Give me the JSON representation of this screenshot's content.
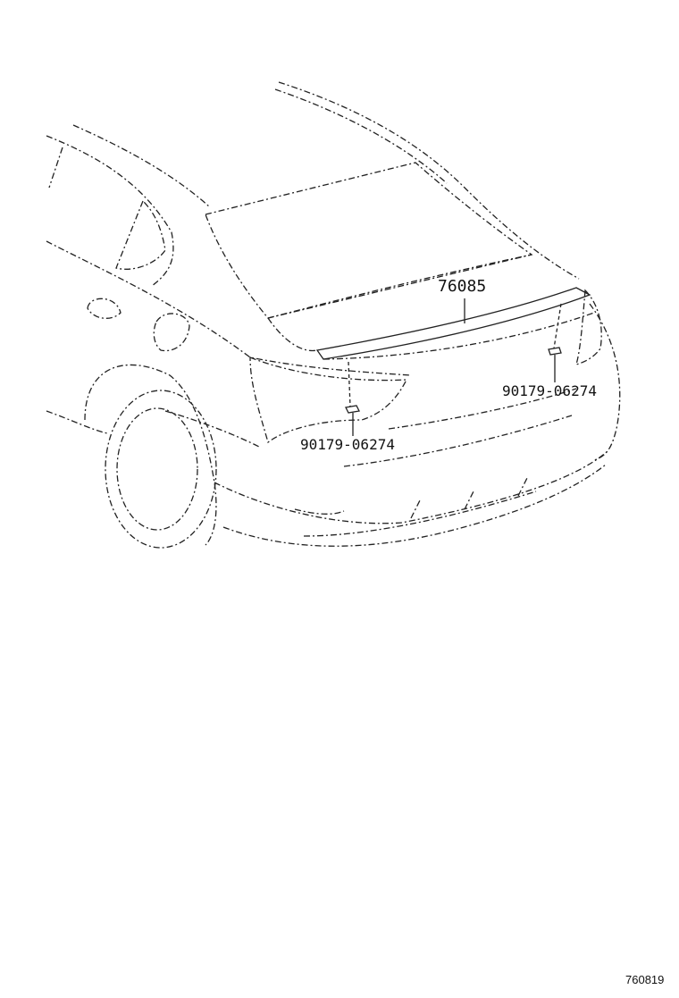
{
  "diagram": {
    "part_callouts": {
      "spoiler": "76085",
      "clip_right": "90179-06274",
      "clip_left": "90179-06274"
    },
    "illustration_id": "760819"
  }
}
